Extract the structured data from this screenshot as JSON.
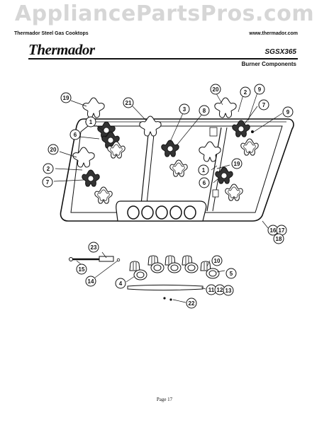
{
  "watermark": "AppliancePartsPros.com",
  "header": {
    "left": "Thermador Steel Gas Cooktops",
    "right": "www.thermador.com"
  },
  "brand": "Thermador",
  "model": "SGSX365",
  "section": "Burner Components",
  "page": "Page 17",
  "callouts": [
    {
      "id": "c19a",
      "label": "19"
    },
    {
      "id": "c21",
      "label": "21"
    },
    {
      "id": "c3",
      "label": "3"
    },
    {
      "id": "c8",
      "label": "8"
    },
    {
      "id": "c20a",
      "label": "20"
    },
    {
      "id": "c2a",
      "label": "2"
    },
    {
      "id": "c9a",
      "label": "9"
    },
    {
      "id": "c7a",
      "label": "7"
    },
    {
      "id": "c9b",
      "label": "9"
    },
    {
      "id": "c1a",
      "label": "1"
    },
    {
      "id": "c6a",
      "label": "6"
    },
    {
      "id": "c20b",
      "label": "20"
    },
    {
      "id": "c2b",
      "label": "2"
    },
    {
      "id": "c7b",
      "label": "7"
    },
    {
      "id": "c19b",
      "label": "19"
    },
    {
      "id": "c1b",
      "label": "1"
    },
    {
      "id": "c6b",
      "label": "6"
    },
    {
      "id": "c16",
      "label": "16"
    },
    {
      "id": "c17",
      "label": "17"
    },
    {
      "id": "c18",
      "label": "18"
    },
    {
      "id": "c23",
      "label": "23"
    },
    {
      "id": "c15",
      "label": "15"
    },
    {
      "id": "c14",
      "label": "14"
    },
    {
      "id": "c10",
      "label": "10"
    },
    {
      "id": "c5",
      "label": "5"
    },
    {
      "id": "c4",
      "label": "4"
    },
    {
      "id": "c11",
      "label": "11"
    },
    {
      "id": "c12",
      "label": "12"
    },
    {
      "id": "c13",
      "label": "13"
    },
    {
      "id": "c22",
      "label": "22"
    }
  ]
}
